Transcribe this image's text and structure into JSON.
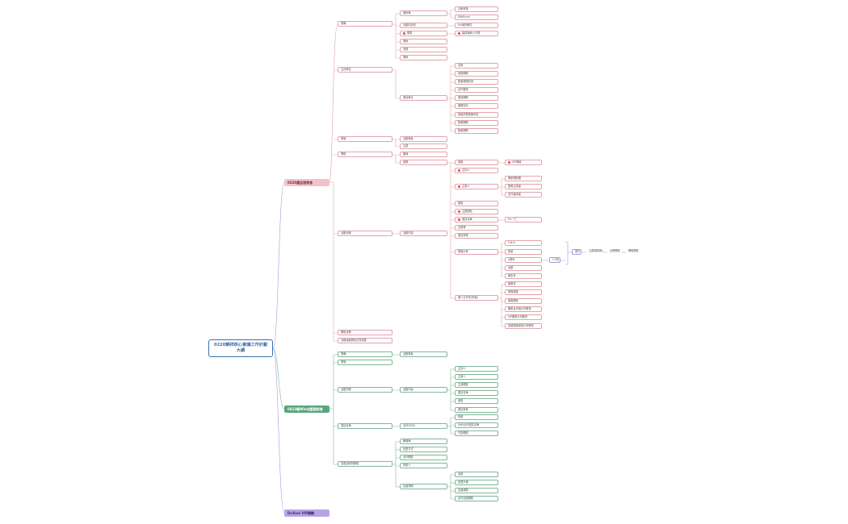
{
  "root": {
    "title": "0220錦祥核心會議工作計劃大綱"
  },
  "categories": {
    "pink": "0320產品發表會",
    "green": "0423暖Win加盟展說會",
    "purple": "Dr.Kooi VIP體驗"
  },
  "pink_nodes": {
    "n1": "籌備",
    "n1a": "邀約管",
    "n1a1": "名單來源",
    "n1a2": "DM/Excel",
    "n1b": "活動的目的",
    "n1b1": "Fin場的屬性",
    "n1c": "預算",
    "n1c1": "建議場地人付費",
    "n1d": "場地",
    "n1e": "流程",
    "n1f": "場佈",
    "n2": "主持單位",
    "n2a": "邀請單位",
    "n2a1": "嘉賓",
    "n2a2": "貴賓團隊",
    "n2a3": "醫美集團資深",
    "n2a4": "合作醫院",
    "n2a5": "美容團隊",
    "n2a6": "媒體採訪",
    "n2a7": "保健商業醫療資深",
    "n2a8": "醫美團隊",
    "n2a9": "醫美團隊",
    "n3": "現場",
    "n3a": "活動看板",
    "n3b": "主題",
    "n4": "問觀",
    "n4a": "路線",
    "n5": "活動流程",
    "n5a": "議程",
    "n5a1": "VIP專屬",
    "n5b": "主持人",
    "n5c": "主講人",
    "n5c1": "專家經驗團",
    "n5c2": "醫美主講者",
    "n5c3": "合作者講者",
    "n5d": "審閱",
    "n5e": "主題觀點",
    "n5f": "邀請名單",
    "n5f1": "Fin一仁",
    "n5g": "嘉賓等",
    "n5h": "邀請來賓",
    "n6": "活動內容",
    "n6a": "現場大會",
    "n6a1": "S.N.A",
    "n6a2": "知能",
    "n6a3": "4週年",
    "n6a3a": "1.5份",
    "n6a3b": "提升",
    "n6a3c": "主題頒獎典禮",
    "n6a3d": "合照體驗",
    "n6a3e": "體驗體驗",
    "n6a4": "活動",
    "n6a5": "報告會",
    "n6a6": "頒獎會",
    "n6b": "專人分享會(會場)",
    "n6b1": "現場講座",
    "n6b2": "頒獎體驗",
    "n6b3": "體驗合作與分享體會",
    "n6b4": "VIP體驗分享體會",
    "n6b5": "保健醫療保健分享體會",
    "n7": "體驗合體",
    "n8": "活動後續寶貴意見彙整"
  },
  "green_nodes": {
    "g1": "籌備",
    "g1a": "活動看板",
    "g2": "現場",
    "g3": "活動流程",
    "g3a": "活動內容",
    "g3a1": "主持人",
    "g3a2": "主講人",
    "g3a3": "主講體驗",
    "g3a4": "邀請名單",
    "g3a5": "議程",
    "g3a6": "邀請來賓",
    "g4": "邀請名單",
    "g4a": "合作VIP/D",
    "g4a1": "特邀",
    "g4a2": "DMS合作邀請名單",
    "g4a3": "不簽體驗",
    "g5": "加盟說明的體驗",
    "g5a": "聯絡單",
    "g5b": "加盟方式",
    "g5c": "合作體驗",
    "g5d": "來賓人",
    "g5e": "店面規劃",
    "g5e1": "店數",
    "g5e2": "加盟計畫",
    "g5e3": "店面規劃",
    "g5e4": "合作店面體驗"
  },
  "colors": {
    "pink": "#e3a3ad",
    "green": "#7fb79a",
    "purple": "#a89bd8",
    "root": "#3b6fa8"
  }
}
